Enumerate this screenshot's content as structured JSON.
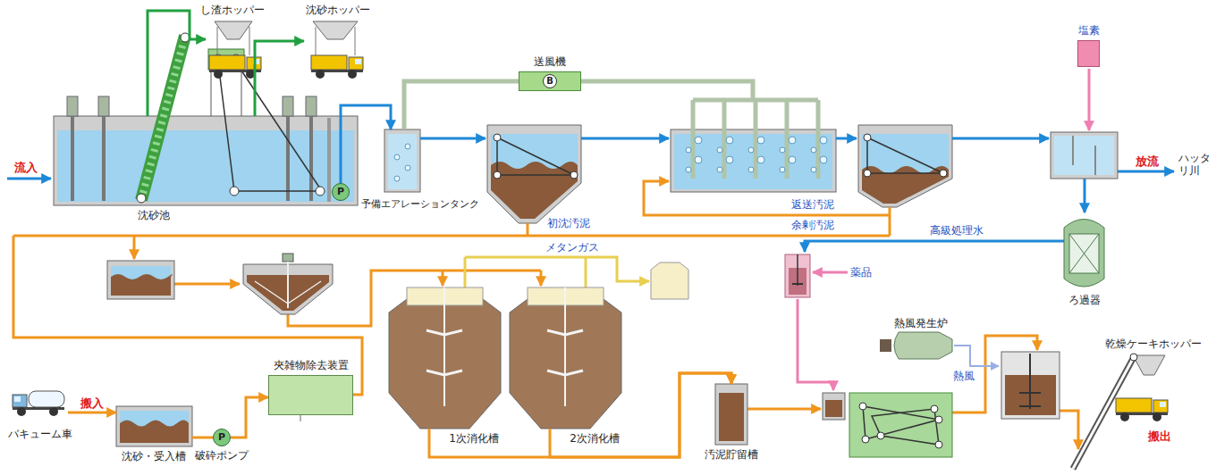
{
  "diagram": {
    "nodes": [
      {
        "text": [
          "し渣ホッパー"
        ]
      },
      {
        "text": [
          "沈砂ホッパー"
        ]
      },
      {
        "text": [
          "沈砂池"
        ]
      },
      {
        "text": [
          "P"
        ],
        "in": 2
      },
      {
        "text": [
          "予備エアレーションタンク"
        ]
      },
      {
        "text": [
          "送風機",
          "B"
        ]
      },
      {
        "text": [
          "塩素"
        ]
      },
      {
        "text": [
          "ろ過器"
        ]
      },
      {
        "text": [
          "熱風発生炉"
        ]
      },
      {
        "text": [
          "乾燥ケーキホッパー"
        ]
      },
      {
        "text": [
          "バキューム車"
        ]
      },
      {
        "text": [
          "沈砂・受入槽"
        ]
      },
      {
        "text": [
          "P",
          "破砕ポンプ"
        ]
      },
      {
        "text": [
          "夾雑物除去装置"
        ]
      },
      {
        "text": [
          "1次消化槽"
        ]
      },
      {
        "text": [
          "2次消化槽"
        ]
      },
      {
        "text": [
          "汚泥貯留槽"
        ]
      }
    ],
    "edges": [
      {
        "from": 2,
        "to": 0,
        "arrow": "to"
      },
      {
        "from": 2,
        "to": 1,
        "arrow": "to"
      },
      {
        "from": 3,
        "to": 4,
        "arrow": "to"
      },
      {
        "from": 5,
        "to": 4,
        "arrow": "none"
      },
      {
        "from": 10,
        "to": 11,
        "label": "搬入",
        "arrow": "to"
      },
      {
        "from": 11,
        "to": 12,
        "arrow": "none"
      },
      {
        "from": 12,
        "to": 13,
        "arrow": "to"
      },
      {
        "from": 14,
        "to": 16,
        "arrow": "to"
      },
      {
        "from": 15,
        "to": 16,
        "arrow": "to"
      }
    ],
    "labels": [
      "流入",
      "放流",
      "ハッタリ川",
      "初沈汚泥",
      "返送汚泥",
      "余剰汚泥",
      "メタンガス",
      "高級処理水",
      "薬品",
      "熱風",
      "搬出"
    ]
  }
}
